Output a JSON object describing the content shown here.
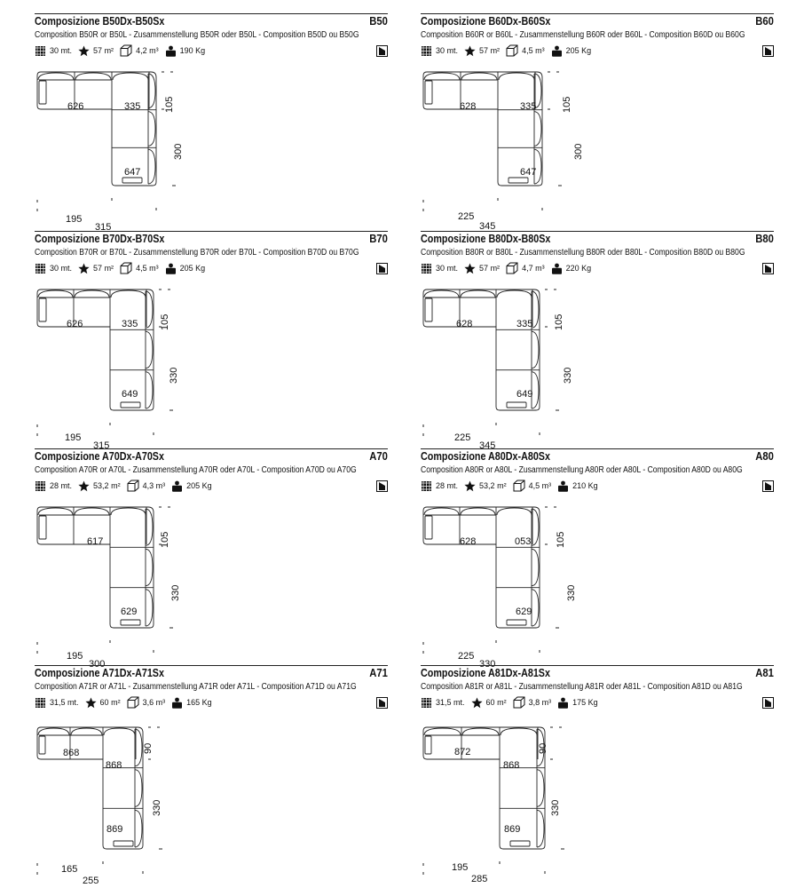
{
  "cards": [
    {
      "title": "Composizione B50Dx-B50Sx",
      "code": "B50",
      "subtitle": "Composition B50R or B50L - Zusammenstellung B50R oder B50L - Composition B50D ou B50G",
      "specs": {
        "fabric": "30",
        "fabric_unit": "mt.",
        "area": "57",
        "area_unit": "m²",
        "volume": "4,2",
        "volume_unit": "m³",
        "weight": "190",
        "weight_unit": "Kg"
      },
      "labels": {
        "left_module": "626",
        "corner_module": "335",
        "chaise_module": "647"
      },
      "dims": {
        "depth": "105",
        "length": "300",
        "bottom_left": "195",
        "bottom_width": "315"
      }
    },
    {
      "title": "Composizione B60Dx-B60Sx",
      "code": "B60",
      "subtitle": "Composition B60R or B60L - Zusammenstellung B60R oder B60L - Composition B60D ou B60G",
      "specs": {
        "fabric": "30",
        "fabric_unit": "mt.",
        "area": "57",
        "area_unit": "m²",
        "volume": "4,5",
        "volume_unit": "m³",
        "weight": "205",
        "weight_unit": "Kg"
      },
      "labels": {
        "left_module": "628",
        "corner_module": "335",
        "chaise_module": "647"
      },
      "dims": {
        "depth": "105",
        "length": "300",
        "bottom_left": "225",
        "bottom_width": "345"
      }
    },
    {
      "title": "Composizione B70Dx-B70Sx",
      "code": "B70",
      "subtitle": "Composition B70R or B70L - Zusammenstellung B70R oder B70L - Composition B70D ou B70G",
      "specs": {
        "fabric": "30",
        "fabric_unit": "mt.",
        "area": "57",
        "area_unit": "m²",
        "volume": "4,5",
        "volume_unit": "m³",
        "weight": "205",
        "weight_unit": "Kg"
      },
      "labels": {
        "left_module": "626",
        "corner_module": "335",
        "chaise_module": "649"
      },
      "dims": {
        "depth": "105",
        "length": "330",
        "bottom_left": "195",
        "bottom_width": "315"
      }
    },
    {
      "title": "Composizione B80Dx-B80Sx",
      "code": "B80",
      "subtitle": "Composition B80R or B80L - Zusammenstellung B80R oder B80L - Composition B80D ou B80G",
      "specs": {
        "fabric": "30",
        "fabric_unit": "mt.",
        "area": "57",
        "area_unit": "m²",
        "volume": "4,7",
        "volume_unit": "m³",
        "weight": "220",
        "weight_unit": "Kg"
      },
      "labels": {
        "left_module": "628",
        "corner_module": "335",
        "chaise_module": "649"
      },
      "dims": {
        "depth": "105",
        "length": "330",
        "bottom_left": "225",
        "bottom_width": "345"
      }
    },
    {
      "title": "Composizione A70Dx-A70Sx",
      "code": "A70",
      "subtitle": "Composition A70R or A70L - Zusammenstellung A70R oder A70L - Composition A70D ou A70G",
      "specs": {
        "fabric": "28",
        "fabric_unit": "mt.",
        "area": "53,2",
        "area_unit": "m²",
        "volume": "4,3",
        "volume_unit": "m³",
        "weight": "205",
        "weight_unit": "Kg"
      },
      "labels": {
        "left_module": "617",
        "corner_module": "",
        "chaise_module": "629"
      },
      "dims": {
        "depth": "105",
        "length": "330",
        "bottom_left": "195",
        "bottom_width": "300"
      }
    },
    {
      "title": "Composizione A80Dx-A80Sx",
      "code": "A80",
      "subtitle": "Composition A80R or A80L - Zusammenstellung A80R oder A80L - Composition A80D ou A80G",
      "specs": {
        "fabric": "28",
        "fabric_unit": "mt.",
        "area": "53,2",
        "area_unit": "m²",
        "volume": "4,5",
        "volume_unit": "m³",
        "weight": "210",
        "weight_unit": "Kg"
      },
      "labels": {
        "left_module": "628",
        "corner_module": "053",
        "chaise_module": "629"
      },
      "dims": {
        "depth": "105",
        "length": "330",
        "bottom_left": "225",
        "bottom_width": "330"
      }
    },
    {
      "title": "Composizione A71Dx-A71Sx",
      "code": "A71",
      "subtitle": "Composition A71R or A71L - Zusammenstellung A71R oder A71L - Composition A71D ou A71G",
      "specs": {
        "fabric": "31,5",
        "fabric_unit": "mt.",
        "area": "60",
        "area_unit": "m²",
        "volume": "3,6",
        "volume_unit": "m³",
        "weight": "165",
        "weight_unit": "Kg"
      },
      "labels": {
        "left_module": "868",
        "corner_module": "868",
        "chaise_module": "869"
      },
      "dims": {
        "depth": "90",
        "length": "330",
        "bottom_left": "165",
        "bottom_width": "255"
      }
    },
    {
      "title": "Composizione A81Dx-A81Sx",
      "code": "A81",
      "subtitle": "Composition A81R or A81L - Zusammenstellung A81R oder A81L - Composition A81D ou A81G",
      "specs": {
        "fabric": "31,5",
        "fabric_unit": "mt.",
        "area": "60",
        "area_unit": "m²",
        "volume": "3,8",
        "volume_unit": "m³",
        "weight": "175",
        "weight_unit": "Kg"
      },
      "labels": {
        "left_module": "872",
        "corner_module": "868",
        "chaise_module": "869"
      },
      "dims": {
        "depth": "90",
        "length": "330",
        "bottom_left": "195",
        "bottom_width": "285"
      }
    }
  ]
}
